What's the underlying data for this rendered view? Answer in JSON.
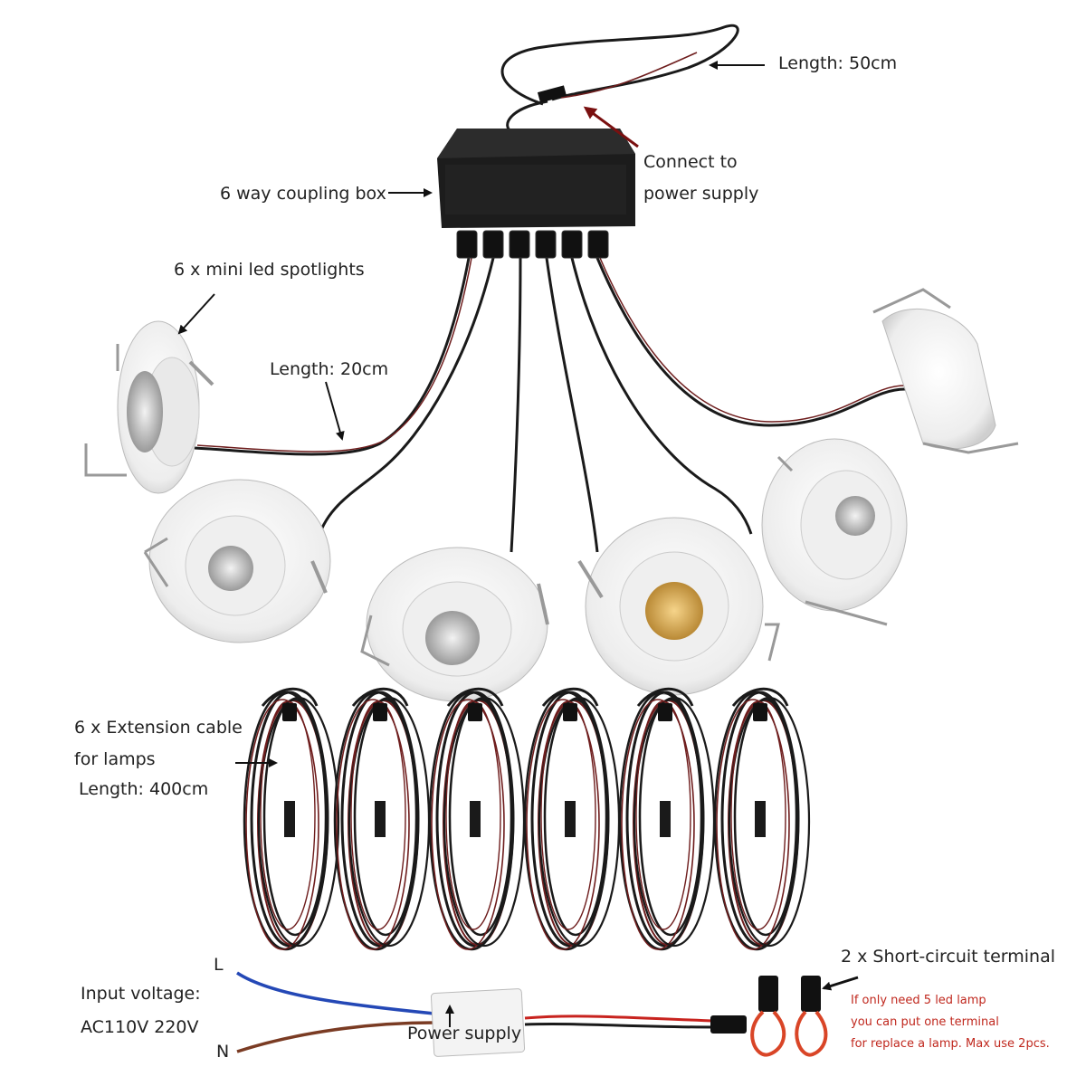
{
  "labels": {
    "length_50cm": "Length: 50cm",
    "connect_line1": "Connect to",
    "connect_line2": "power supply",
    "coupling_box": "6 way coupling box",
    "spotlights": "6 x mini led spotlights",
    "length_20cm": "Length: 20cm",
    "extension_line1": "6 x Extension cable",
    "extension_line2": "for lamps",
    "extension_line3": "Length: 400cm",
    "short_circuit": "2 x Short-circuit terminal",
    "note_line1": "If only need 5 led lamp",
    "note_line2": "you can put one terminal",
    "note_line3": "for replace a lamp. Max use 2pcs.",
    "input_voltage_line1": "Input voltage:",
    "input_voltage_line2": "AC110V 220V",
    "power_supply": "Power supply",
    "wire_l": "L",
    "wire_n": "N"
  },
  "colors": {
    "text": "#222222",
    "note": "#c0281e",
    "box": "#1c1c1c",
    "cable_black": "#1a1a1a",
    "cable_red": "#6e1d1d",
    "lamp_white": "#f4f4f4",
    "cob_warm": "#e7b55a",
    "cob_cool": "#c9c9c9",
    "wire_blue": "#2448b6",
    "wire_brown": "#7a3b23"
  }
}
